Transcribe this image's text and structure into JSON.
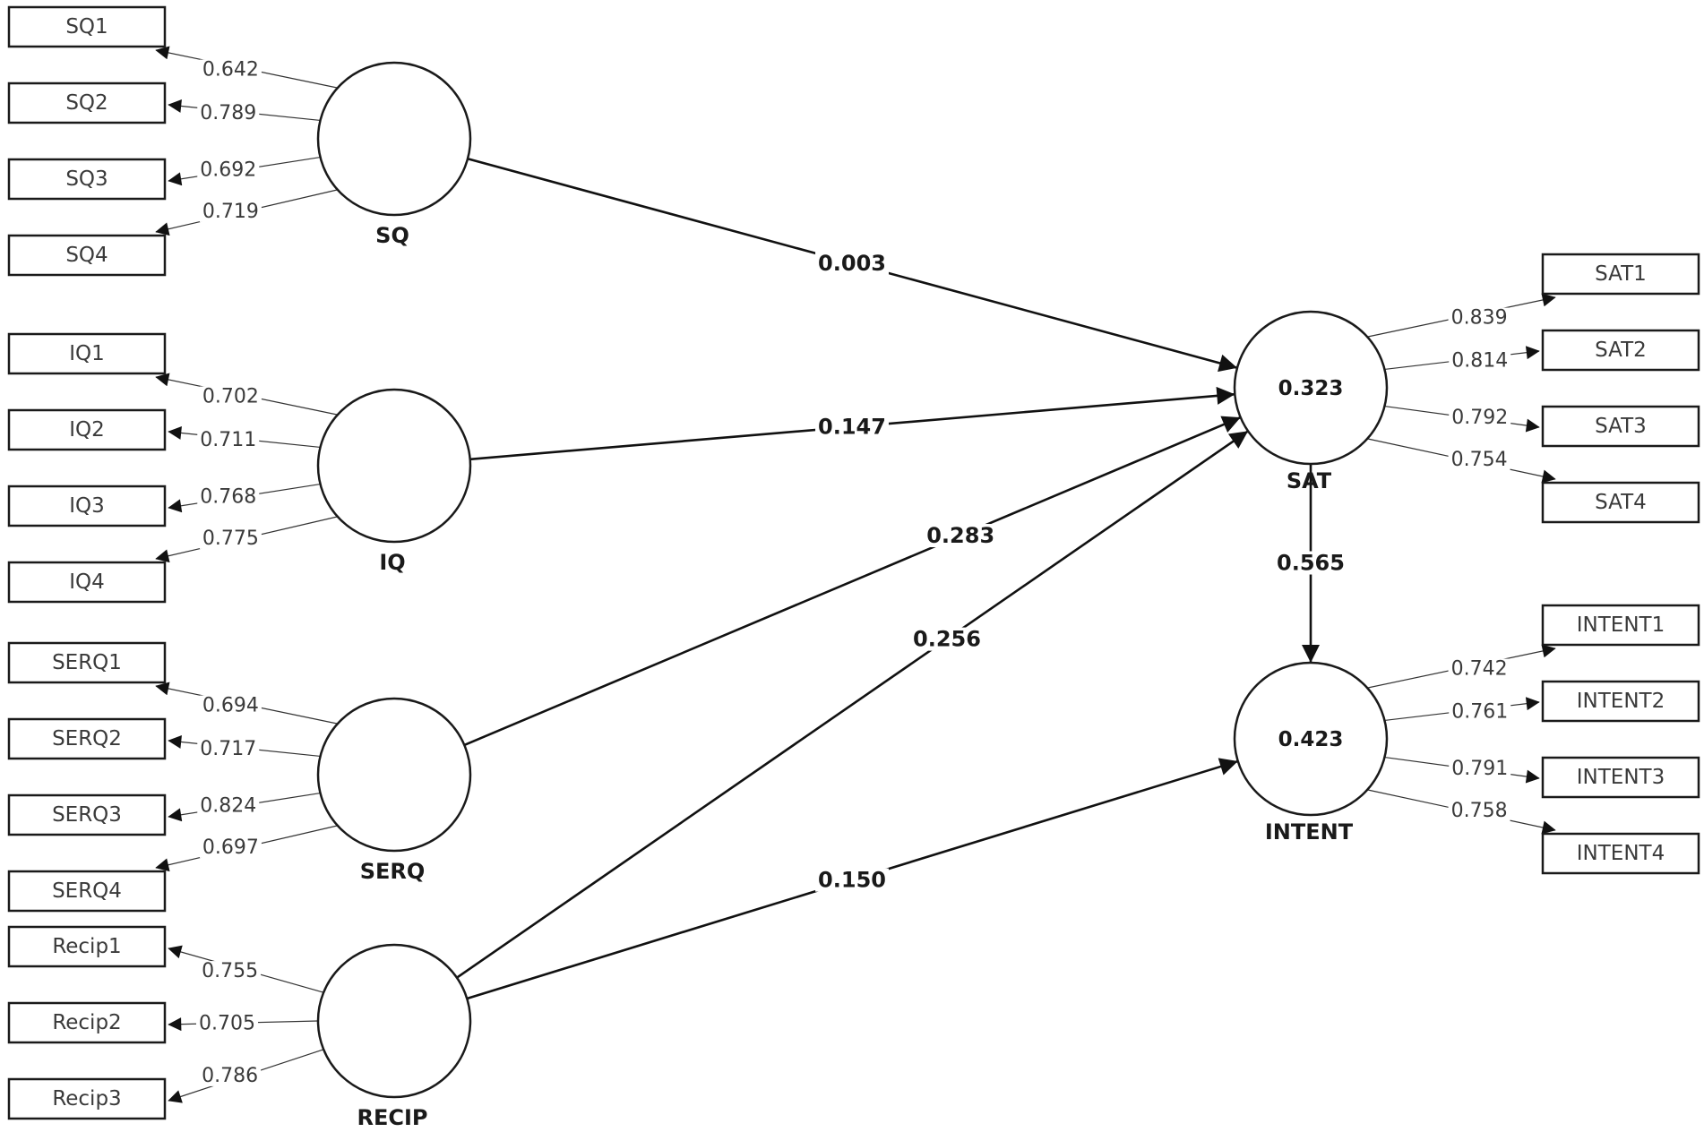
{
  "constructs": {
    "SQ": {
      "name": "SQ"
    },
    "IQ": {
      "name": "IQ"
    },
    "SERQ": {
      "name": "SERQ"
    },
    "RECIP": {
      "name": "RECIP"
    },
    "SAT": {
      "name": "SAT",
      "r2": "0.323"
    },
    "INTENT": {
      "name": "INTENT",
      "r2": "0.423"
    }
  },
  "indicators": {
    "SQ": [
      {
        "name": "SQ1",
        "loading": "0.642"
      },
      {
        "name": "SQ2",
        "loading": "0.789"
      },
      {
        "name": "SQ3",
        "loading": "0.692"
      },
      {
        "name": "SQ4",
        "loading": "0.719"
      }
    ],
    "IQ": [
      {
        "name": "IQ1",
        "loading": "0.702"
      },
      {
        "name": "IQ2",
        "loading": "0.711"
      },
      {
        "name": "IQ3",
        "loading": "0.768"
      },
      {
        "name": "IQ4",
        "loading": "0.775"
      }
    ],
    "SERQ": [
      {
        "name": "SERQ1",
        "loading": "0.694"
      },
      {
        "name": "SERQ2",
        "loading": "0.717"
      },
      {
        "name": "SERQ3",
        "loading": "0.824"
      },
      {
        "name": "SERQ4",
        "loading": "0.697"
      }
    ],
    "RECIP": [
      {
        "name": "Recip1",
        "loading": "0.755"
      },
      {
        "name": "Recip2",
        "loading": "0.705"
      },
      {
        "name": "Recip3",
        "loading": "0.786"
      }
    ],
    "SAT": [
      {
        "name": "SAT1",
        "loading": "0.839"
      },
      {
        "name": "SAT2",
        "loading": "0.814"
      },
      {
        "name": "SAT3",
        "loading": "0.792"
      },
      {
        "name": "SAT4",
        "loading": "0.754"
      }
    ],
    "INTENT": [
      {
        "name": "INTENT1",
        "loading": "0.742"
      },
      {
        "name": "INTENT2",
        "loading": "0.761"
      },
      {
        "name": "INTENT3",
        "loading": "0.791"
      },
      {
        "name": "INTENT4",
        "loading": "0.758"
      }
    ]
  },
  "paths": [
    {
      "from": "SQ",
      "to": "SAT",
      "coefficient": "0.003"
    },
    {
      "from": "IQ",
      "to": "SAT",
      "coefficient": "0.147"
    },
    {
      "from": "SERQ",
      "to": "SAT",
      "coefficient": "0.283"
    },
    {
      "from": "RECIP",
      "to": "SAT",
      "coefficient": "0.256"
    },
    {
      "from": "RECIP",
      "to": "INTENT",
      "coefficient": "0.150"
    },
    {
      "from": "SAT",
      "to": "INTENT",
      "coefficient": "0.565"
    }
  ],
  "colors": {
    "line": "#111111",
    "text": "#1a1a1a",
    "indicator_text": "#3a3a3a",
    "background": "#ffffff"
  }
}
